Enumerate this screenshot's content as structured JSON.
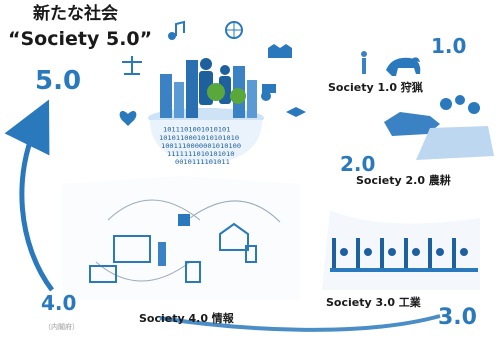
{
  "title": {
    "line1": "新たな社会",
    "line2": "“Society 5.0”"
  },
  "stages": {
    "s50": {
      "number": "5.0"
    },
    "s10": {
      "number": "1.0",
      "label": "Society 1.0 狩猟"
    },
    "s20": {
      "number": "2.0",
      "label": "Society 2.0 農耕"
    },
    "s30": {
      "number": "3.0",
      "label": "Society 3.0 工業"
    },
    "s40": {
      "number": "4.0",
      "label": "Society 4.0 情報"
    }
  },
  "binary_text": [
    "1011101001010101",
    "1010110001010101010",
    "1001110000001010100",
    "1111111010101010",
    "0010111101011"
  ],
  "credit": "（内閣府）",
  "colors": {
    "accent": "#2a79bd",
    "arrow": "#2a79bd",
    "icon": "#1e5f9e",
    "illustration_blue": "#3a82c4",
    "green": "#5aa83c"
  }
}
